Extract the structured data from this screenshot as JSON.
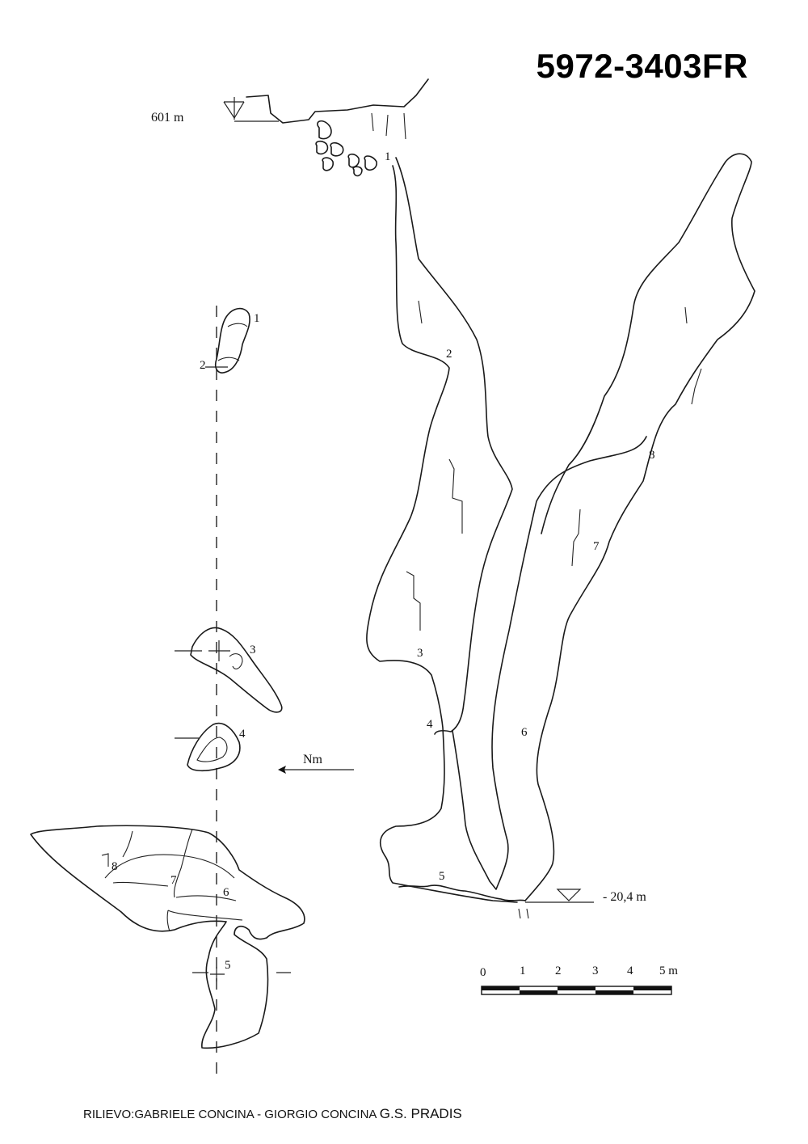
{
  "title": "5972-3403FR",
  "entrance_elevation": "601 m",
  "bottom_depth": "- 20,4 m",
  "north_label": "Nm",
  "credits": {
    "prefix": "RILIEVO:",
    "surveyors": "GABRIELE CONCINA - GIORGIO CONCINA",
    "group": "G.S. PRADIS"
  },
  "scale_bar": {
    "ticks": [
      "0",
      "1",
      "2",
      "3",
      "4",
      "5 m"
    ],
    "segments": 5
  },
  "profile_stations": [
    "1",
    "2",
    "3",
    "4",
    "5",
    "6",
    "7",
    "8"
  ],
  "plan_stations": [
    "1",
    "2",
    "3",
    "4",
    "5",
    "6",
    "7",
    "8"
  ]
}
